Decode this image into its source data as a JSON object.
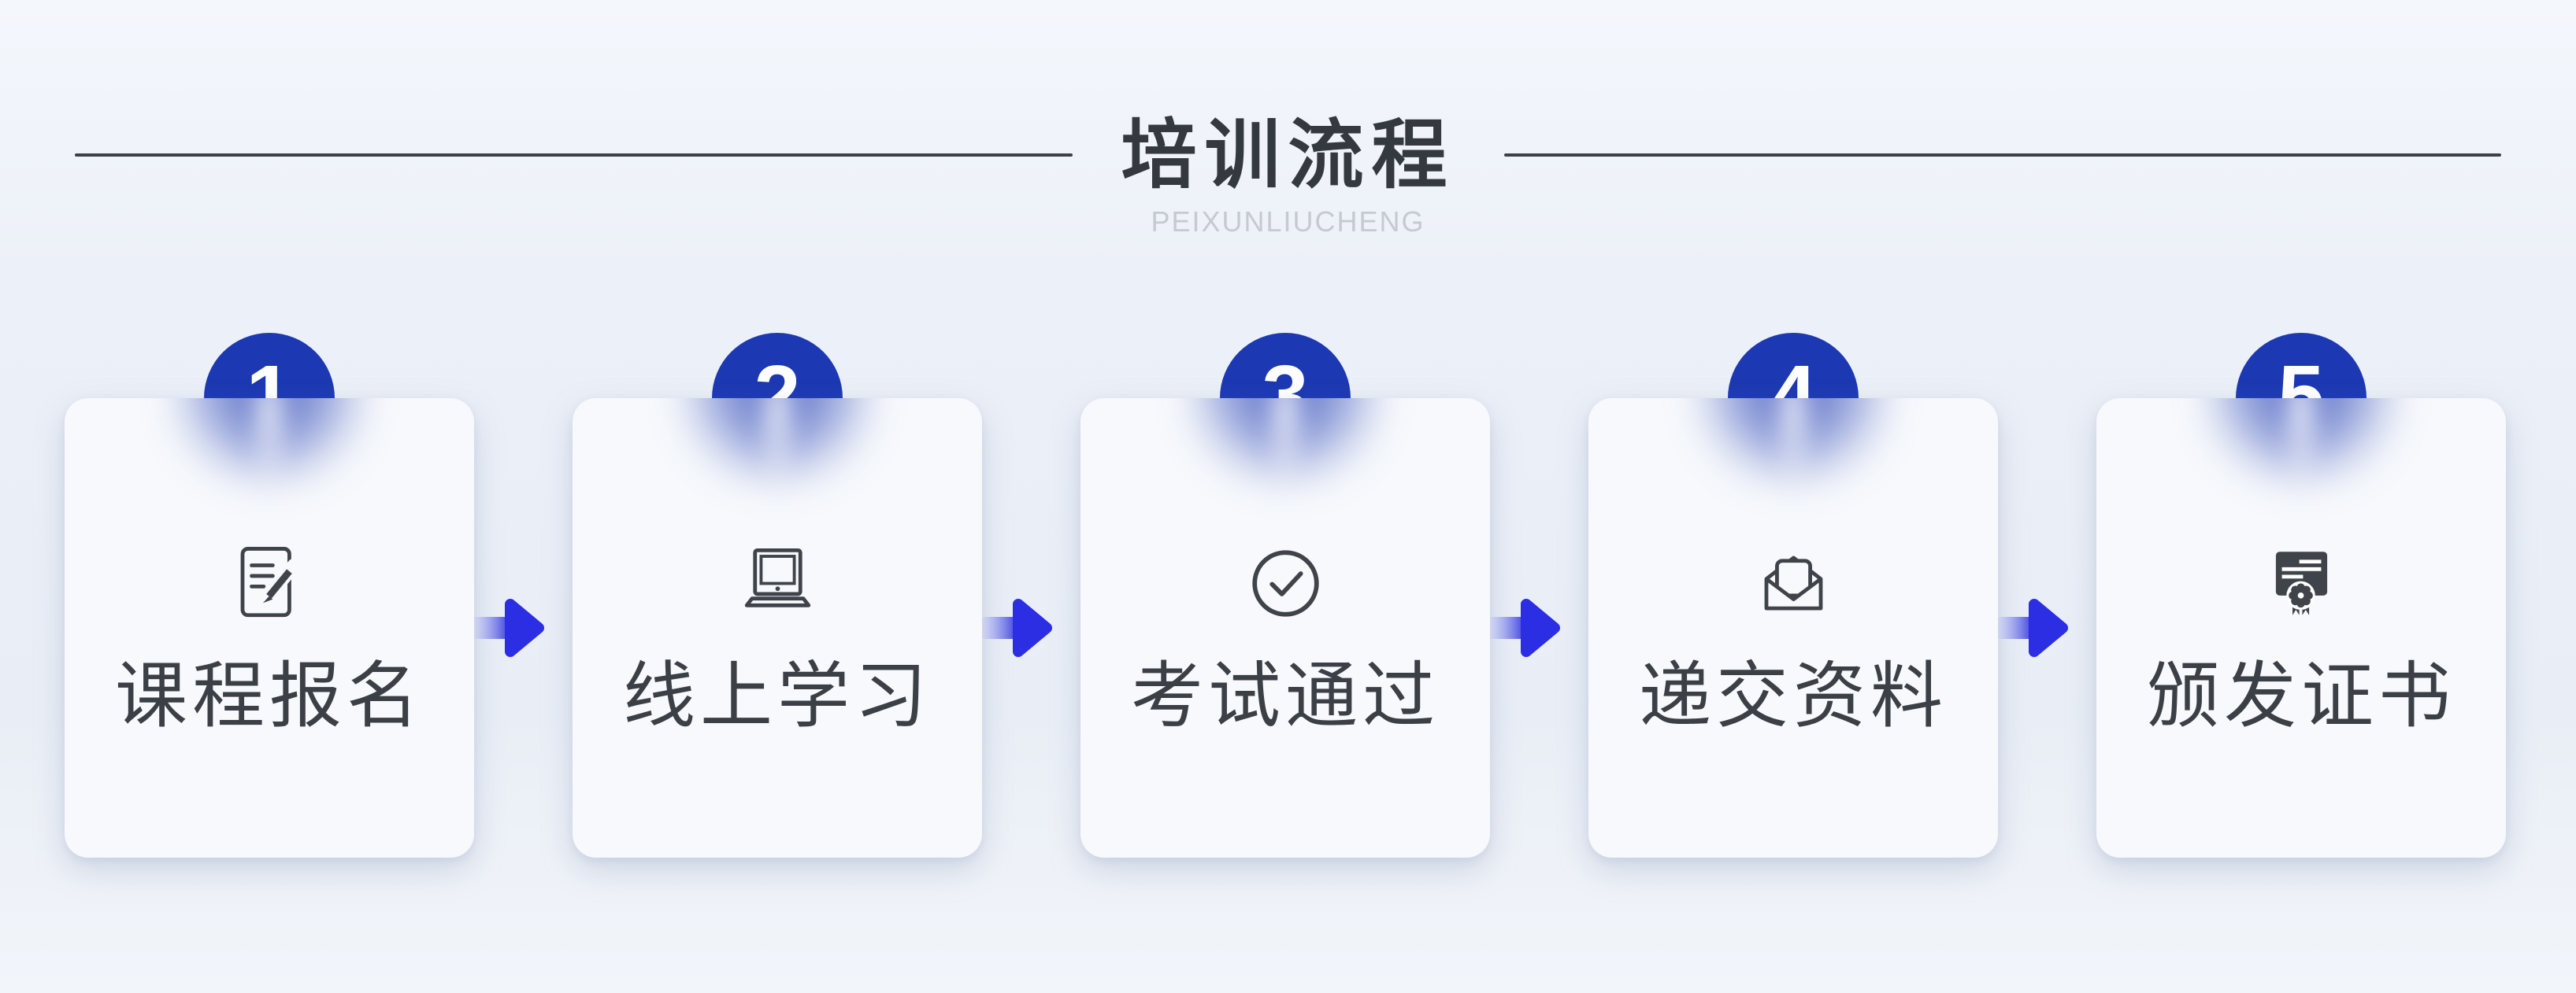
{
  "header": {
    "title": "培训流程",
    "subtitle": "PEIXUNLIUCHENG"
  },
  "steps": [
    {
      "number": "1",
      "label": "课程报名",
      "icon": "form-pencil-icon"
    },
    {
      "number": "2",
      "label": "线上学习",
      "icon": "laptop-icon"
    },
    {
      "number": "3",
      "label": "考试通过",
      "icon": "check-circle-icon"
    },
    {
      "number": "4",
      "label": "递交资料",
      "icon": "envelope-open-icon"
    },
    {
      "number": "5",
      "label": "颁发证书",
      "icon": "certificate-icon"
    }
  ],
  "colors": {
    "badge_blue": "#1c38b2",
    "arrow_blue": "#2b2ee2",
    "title_dark": "#34383f",
    "subtitle_gray": "#c5c9d1",
    "icon_dark": "#3f434a",
    "card_bg": "#f7f9fc",
    "page_bg": "#edf1f8"
  }
}
